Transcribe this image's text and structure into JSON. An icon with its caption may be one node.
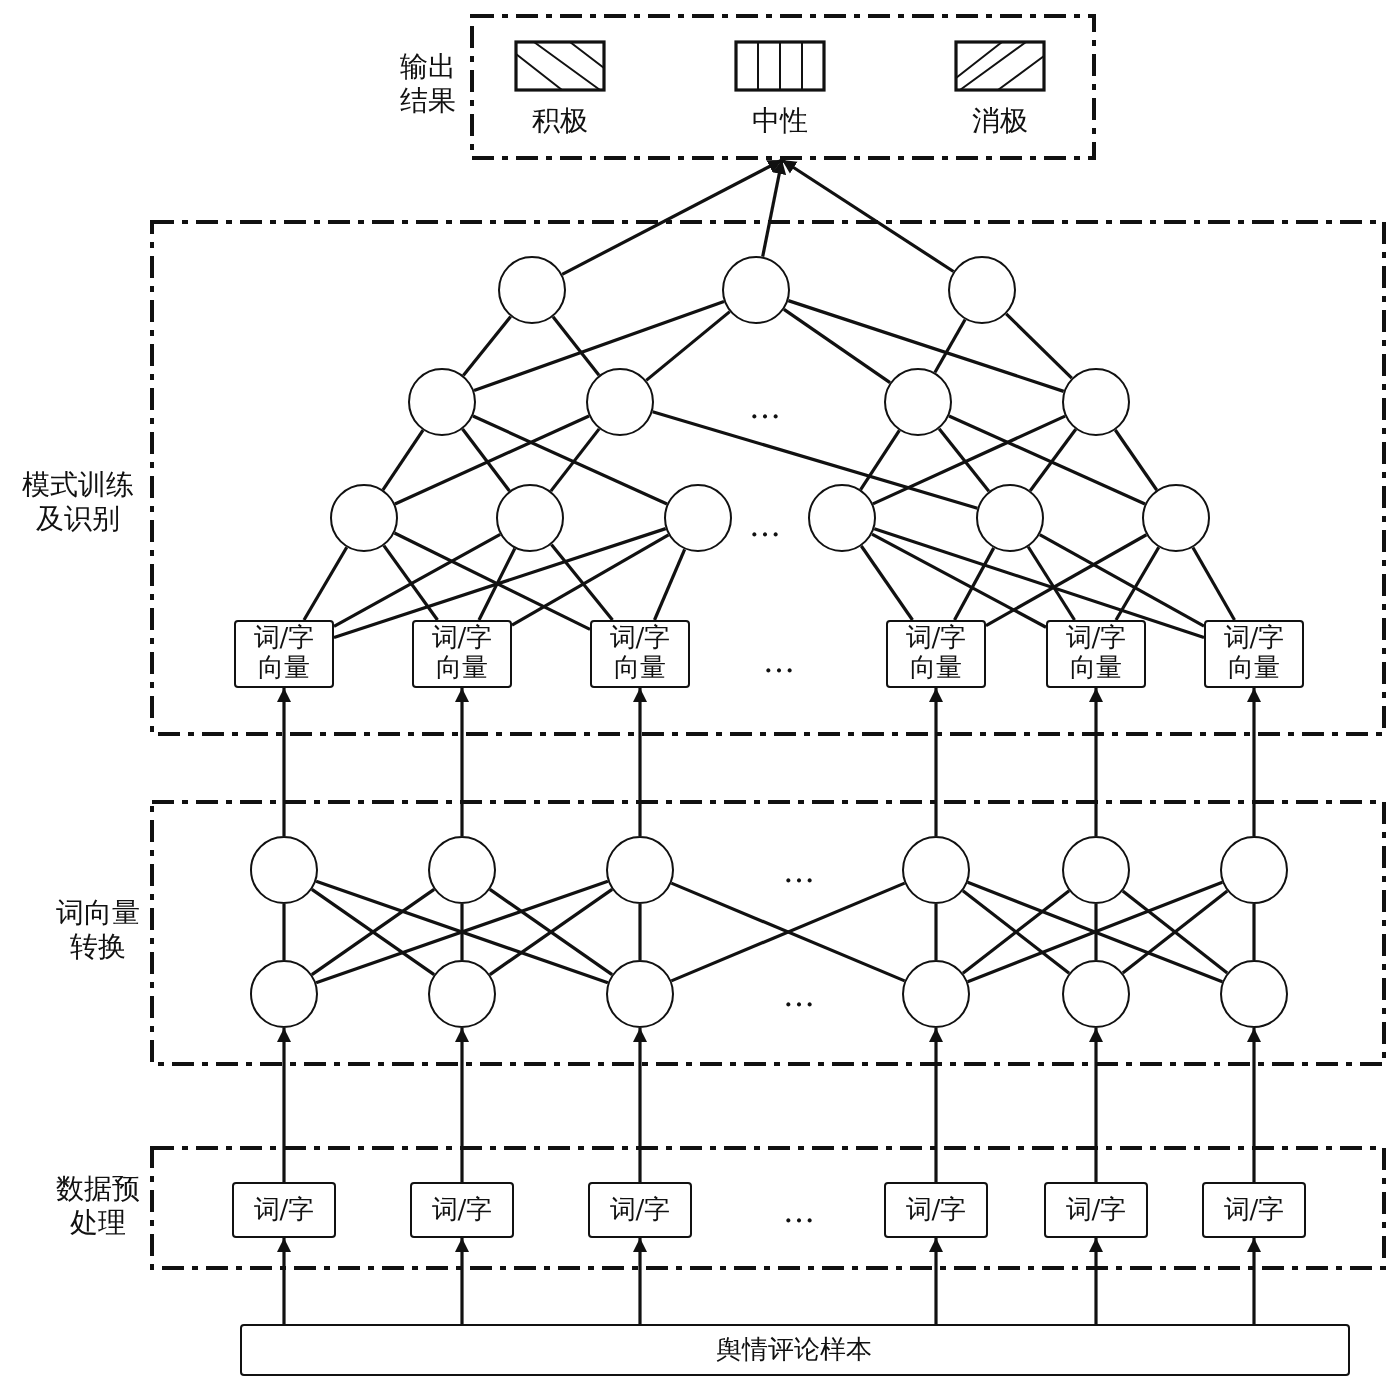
{
  "diagram": {
    "nodes": [
      {
        "text": [
          "输出结果"
        ]
      },
      {
        "text": [
          "模式训练及识别"
        ]
      },
      {
        "text": [],
        "shape": "circle",
        "in": 1
      },
      {
        "text": [],
        "shape": "circle",
        "in": 1
      },
      {
        "text": [],
        "shape": "circle",
        "in": 1
      },
      {
        "text": [],
        "shape": "circle",
        "in": 1
      },
      {
        "text": [],
        "shape": "circle",
        "in": 1
      },
      {
        "text": [],
        "shape": "circle",
        "in": 1
      },
      {
        "text": [],
        "shape": "circle",
        "in": 1
      },
      {
        "text": [],
        "shape": "circle",
        "in": 1
      },
      {
        "text": [],
        "shape": "circle",
        "in": 1
      },
      {
        "text": [],
        "shape": "circle",
        "in": 1
      },
      {
        "text": [],
        "shape": "circle",
        "in": 1
      },
      {
        "text": [],
        "shape": "circle",
        "in": 1
      },
      {
        "text": [],
        "shape": "circle",
        "in": 1
      },
      {
        "text": [
          "词/字向量"
        ],
        "in": 1
      },
      {
        "text": [
          "词/字向量"
        ],
        "in": 1
      },
      {
        "text": [
          "词/字向量"
        ],
        "in": 1
      },
      {
        "text": [
          "词/字向量"
        ],
        "in": 1
      },
      {
        "text": [
          "词/字向量"
        ],
        "in": 1
      },
      {
        "text": [
          "词/字向量"
        ],
        "in": 1
      },
      {
        "text": [
          "词向量转换"
        ]
      },
      {
        "text": [],
        "shape": "circle",
        "in": 21
      },
      {
        "text": [],
        "shape": "circle",
        "in": 21
      },
      {
        "text": [],
        "shape": "circle",
        "in": 21
      },
      {
        "text": [],
        "shape": "circle",
        "in": 21
      },
      {
        "text": [],
        "shape": "circle",
        "in": 21
      },
      {
        "text": [],
        "shape": "circle",
        "in": 21
      },
      {
        "text": [],
        "shape": "circle",
        "in": 21
      },
      {
        "text": [],
        "shape": "circle",
        "in": 21
      },
      {
        "text": [],
        "shape": "circle",
        "in": 21
      },
      {
        "text": [],
        "shape": "circle",
        "in": 21
      },
      {
        "text": [],
        "shape": "circle",
        "in": 21
      },
      {
        "text": [],
        "shape": "circle",
        "in": 21
      },
      {
        "text": [
          "数据预处理"
        ]
      },
      {
        "text": [
          "词/字"
        ],
        "in": 34
      },
      {
        "text": [
          "词/字"
        ],
        "in": 34
      },
      {
        "text": [
          "词/字"
        ],
        "in": 34
      },
      {
        "text": [
          "词/字"
        ],
        "in": 34
      },
      {
        "text": [
          "词/字"
        ],
        "in": 34
      },
      {
        "text": [
          "词/字"
        ],
        "in": 34
      },
      {
        "text": [
          "舆情评论样本"
        ]
      }
    ],
    "edges": [
      {
        "from": 2,
        "to": 0,
        "arrow": "to"
      },
      {
        "from": 3,
        "to": 0,
        "arrow": "to"
      },
      {
        "from": 4,
        "to": 0,
        "arrow": "to"
      },
      {
        "from": 5,
        "to": 2,
        "arrow": "none"
      },
      {
        "from": 6,
        "to": 2,
        "arrow": "none"
      },
      {
        "from": 5,
        "to": 3,
        "arrow": "none"
      },
      {
        "from": 6,
        "to": 3,
        "arrow": "none"
      },
      {
        "from": 7,
        "to": 3,
        "arrow": "none"
      },
      {
        "from": 8,
        "to": 3,
        "arrow": "none"
      },
      {
        "from": 7,
        "to": 4,
        "arrow": "none"
      },
      {
        "from": 8,
        "to": 4,
        "arrow": "none"
      },
      {
        "from": 9,
        "to": 5,
        "arrow": "none"
      },
      {
        "from": 10,
        "to": 5,
        "arrow": "none"
      },
      {
        "from": 11,
        "to": 5,
        "arrow": "none"
      },
      {
        "from": 9,
        "to": 6,
        "arrow": "none"
      },
      {
        "from": 10,
        "to": 6,
        "arrow": "none"
      },
      {
        "from": 13,
        "to": 6,
        "arrow": "none"
      },
      {
        "from": 12,
        "to": 7,
        "arrow": "none"
      },
      {
        "from": 13,
        "to": 7,
        "arrow": "none"
      },
      {
        "from": 14,
        "to": 7,
        "arrow": "none"
      },
      {
        "from": 12,
        "to": 8,
        "arrow": "none"
      },
      {
        "from": 13,
        "to": 8,
        "arrow": "none"
      },
      {
        "from": 14,
        "to": 8,
        "arrow": "none"
      },
      {
        "from": 15,
        "to": 9,
        "arrow": "none"
      },
      {
        "from": 15,
        "to": 10,
        "arrow": "none"
      },
      {
        "from": 15,
        "to": 11,
        "arrow": "none"
      },
      {
        "from": 16,
        "to": 9,
        "arrow": "none"
      },
      {
        "from": 16,
        "to": 10,
        "arrow": "none"
      },
      {
        "from": 16,
        "to": 11,
        "arrow": "none"
      },
      {
        "from": 17,
        "to": 9,
        "arrow": "none"
      },
      {
        "from": 17,
        "to": 10,
        "arrow": "none"
      },
      {
        "from": 17,
        "to": 11,
        "arrow": "none"
      },
      {
        "from": 18,
        "to": 12,
        "arrow": "none"
      },
      {
        "from": 18,
        "to": 13,
        "arrow": "none"
      },
      {
        "from": 18,
        "to": 14,
        "arrow": "none"
      },
      {
        "from": 19,
        "to": 12,
        "arrow": "none"
      },
      {
        "from": 19,
        "to": 13,
        "arrow": "none"
      },
      {
        "from": 19,
        "to": 14,
        "arrow": "none"
      },
      {
        "from": 20,
        "to": 12,
        "arrow": "none"
      },
      {
        "from": 20,
        "to": 13,
        "arrow": "none"
      },
      {
        "from": 20,
        "to": 14,
        "arrow": "none"
      },
      {
        "from": 22,
        "to": 15,
        "arrow": "to"
      },
      {
        "from": 23,
        "to": 16,
        "arrow": "to"
      },
      {
        "from": 24,
        "to": 17,
        "arrow": "to"
      },
      {
        "from": 25,
        "to": 18,
        "arrow": "to"
      },
      {
        "from": 26,
        "to": 19,
        "arrow": "to"
      },
      {
        "from": 27,
        "to": 20,
        "arrow": "to"
      },
      {
        "from": 28,
        "to": 22,
        "arrow": "none"
      },
      {
        "from": 28,
        "to": 23,
        "arrow": "none"
      },
      {
        "from": 28,
        "to": 24,
        "arrow": "none"
      },
      {
        "from": 29,
        "to": 22,
        "arrow": "none"
      },
      {
        "from": 29,
        "to": 23,
        "arrow": "none"
      },
      {
        "from": 29,
        "to": 24,
        "arrow": "none"
      },
      {
        "from": 30,
        "to": 22,
        "arrow": "none"
      },
      {
        "from": 30,
        "to": 23,
        "arrow": "none"
      },
      {
        "from": 30,
        "to": 24,
        "arrow": "none"
      },
      {
        "from": 30,
        "to": 25,
        "arrow": "none"
      },
      {
        "from": 31,
        "to": 24,
        "arrow": "none"
      },
      {
        "from": 31,
        "to": 25,
        "arrow": "none"
      },
      {
        "from": 31,
        "to": 26,
        "arrow": "none"
      },
      {
        "from": 31,
        "to": 27,
        "arrow": "none"
      },
      {
        "from": 32,
        "to": 25,
        "arrow": "none"
      },
      {
        "from": 32,
        "to": 26,
        "arrow": "none"
      },
      {
        "from": 32,
        "to": 27,
        "arrow": "none"
      },
      {
        "from": 33,
        "to": 25,
        "arrow": "none"
      },
      {
        "from": 33,
        "to": 26,
        "arrow": "none"
      },
      {
        "from": 33,
        "to": 27,
        "arrow": "none"
      },
      {
        "from": 35,
        "to": 28,
        "arrow": "to"
      },
      {
        "from": 36,
        "to": 29,
        "arrow": "to"
      },
      {
        "from": 37,
        "to": 30,
        "arrow": "to"
      },
      {
        "from": 38,
        "to": 31,
        "arrow": "to"
      },
      {
        "from": 39,
        "to": 32,
        "arrow": "to"
      },
      {
        "from": 40,
        "to": 33,
        "arrow": "to"
      },
      {
        "from": 41,
        "to": 35,
        "arrow": "to"
      },
      {
        "from": 41,
        "to": 36,
        "arrow": "to"
      },
      {
        "from": 41,
        "to": 37,
        "arrow": "to"
      },
      {
        "from": 41,
        "to": 38,
        "arrow": "to"
      },
      {
        "from": 41,
        "to": 39,
        "arrow": "to"
      },
      {
        "from": 41,
        "to": 40,
        "arrow": "to"
      }
    ],
    "labels": [
      "…",
      "…",
      "…",
      "…",
      "…",
      "…"
    ],
    "legend": [
      {
        "text": "积极"
      },
      {
        "text": "中性"
      },
      {
        "text": "消极"
      }
    ]
  }
}
